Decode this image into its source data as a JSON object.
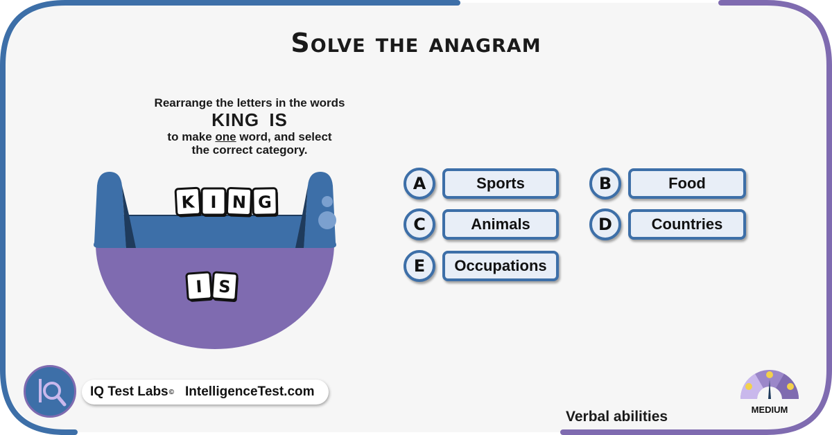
{
  "title": "Solve the anagram",
  "instructions": {
    "line1": "Rearrange the letters in the words",
    "words": "KING  IS",
    "line2_before": "to make ",
    "line2_emph": "one",
    "line2_after": " word, and select",
    "line3": "the correct category."
  },
  "tiles": {
    "top": [
      "K",
      "I",
      "N",
      "G"
    ],
    "bottom": [
      "I",
      "S"
    ]
  },
  "options": [
    {
      "letter": "A",
      "label": "Sports"
    },
    {
      "letter": "B",
      "label": "Food"
    },
    {
      "letter": "C",
      "label": "Animals"
    },
    {
      "letter": "D",
      "label": "Countries"
    },
    {
      "letter": "E",
      "label": "Occupations"
    }
  ],
  "brand": {
    "name": "IQ Test Labs",
    "copyright": "©",
    "site": "IntelligenceTest.com"
  },
  "category": "Verbal abilities",
  "difficulty": {
    "label": "MEDIUM",
    "level": 0.5
  },
  "colors": {
    "blue": "#3d6fa8",
    "purple": "#7f6bb0",
    "dark_blue": "#1f3b5c",
    "button_fill": "#e8eef7",
    "background": "#f6f6f6"
  },
  "icons": {
    "logo": "iq-magnifier-icon",
    "gauge": "difficulty-gauge-icon"
  }
}
